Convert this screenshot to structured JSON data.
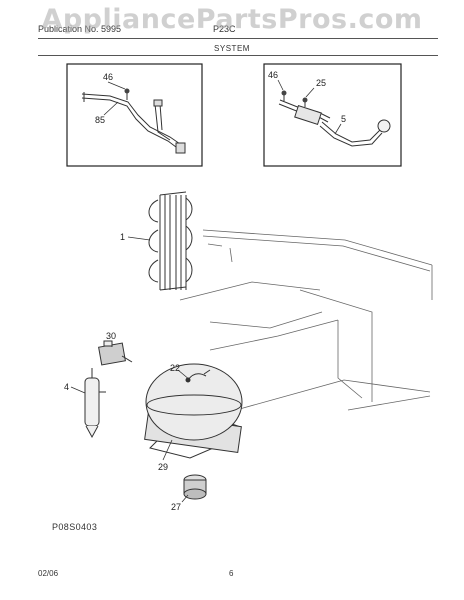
{
  "watermark": "AppliancePartsPros.com",
  "header": {
    "publication_label": "Publication No. 5995",
    "publication_code": "P23C",
    "section_title": "SYSTEM"
  },
  "figure_code": "P08S0403",
  "footer": {
    "date": "02/06",
    "page": "6"
  },
  "callouts": {
    "p46a": "46",
    "p85": "85",
    "p46b": "46",
    "p25": "25",
    "p5": "5",
    "p1": "1",
    "p30": "30",
    "p4": "4",
    "p22": "22",
    "p29": "29",
    "p27": "27"
  }
}
